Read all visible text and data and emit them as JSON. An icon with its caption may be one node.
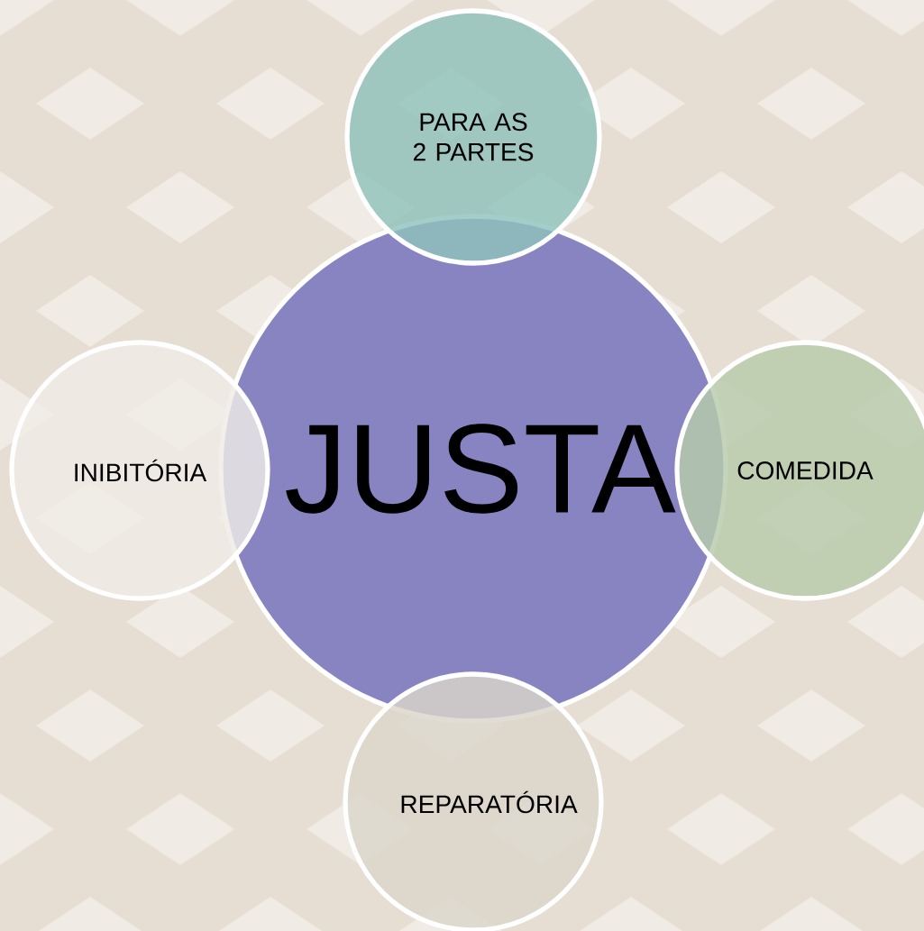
{
  "diagram": {
    "nodes": [
      {
        "text": [
          "PARA AS 2 PARTES"
        ]
      },
      {
        "text": [
          "INIBITÓRIA"
        ]
      },
      {
        "text": [
          "JUSTA"
        ]
      },
      {
        "text": [
          "COMEDIDA"
        ]
      },
      {
        "text": [
          "REPARATÓRIA"
        ]
      }
    ]
  }
}
